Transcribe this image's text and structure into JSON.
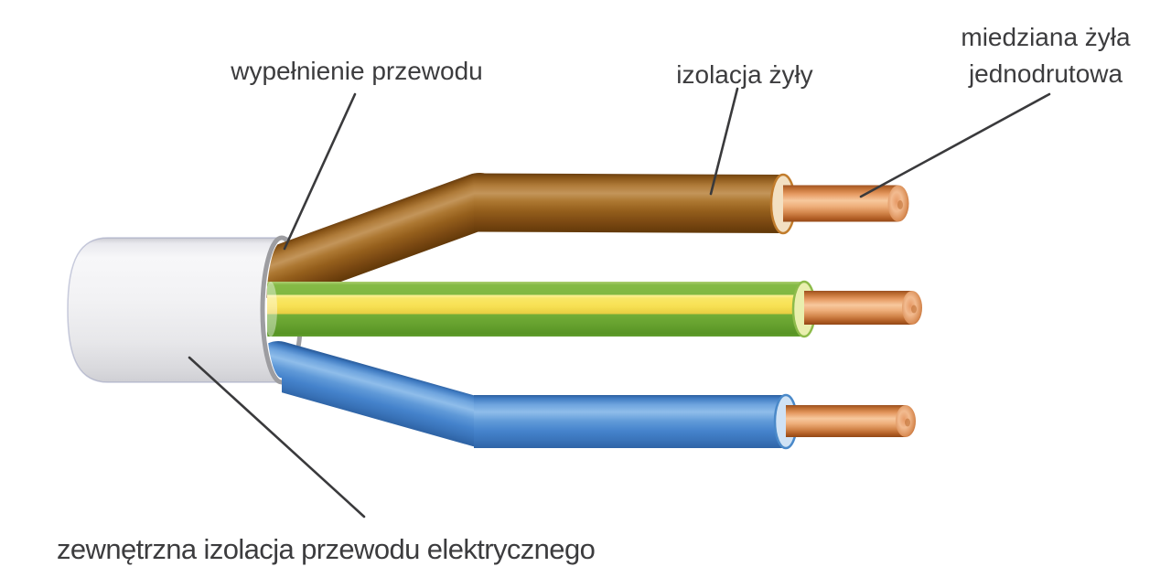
{
  "page": {
    "background": "#ffffff",
    "language": "pl"
  },
  "diagram": {
    "type": "labeled-illustration",
    "labels": {
      "filling": {
        "text": "wypełnienie przewodu",
        "points_to": "cable-filling-at-sheath-opening"
      },
      "core_insulation": {
        "text": "izolacja żyły",
        "points_to": "brown-wire-insulation"
      },
      "copper_core": {
        "text": "miedziana żyła jednodrutowa",
        "points_to": "bare-copper-conductor"
      },
      "outer_insulation": {
        "text": "zewnętrzna izolacja przewodu elektrycznego",
        "points_to": "white-outer-sheath"
      }
    },
    "colors": {
      "outer_sheath": "#ededf0",
      "sheath_ring": "#9d9da1",
      "wire_brown": "#96611f",
      "wire_green": "#7ab43c",
      "wire_yellow_stripe": "#f7e052",
      "wire_blue": "#4583cc",
      "copper": "#e69a62",
      "label_text": "#3c3c3e",
      "leader_line": "#3a3a3c"
    }
  }
}
